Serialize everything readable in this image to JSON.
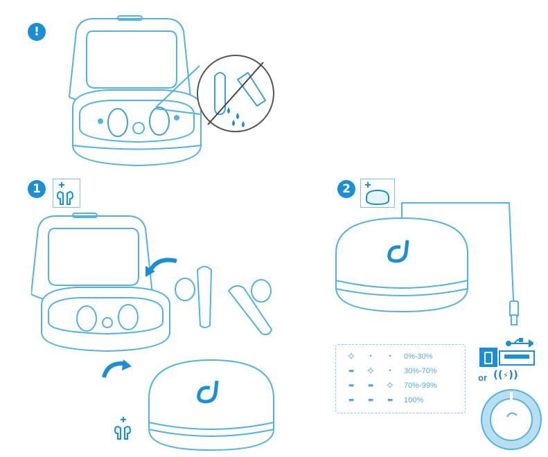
{
  "steps": [
    {
      "id": "warning",
      "badge": "!"
    },
    {
      "id": "step1",
      "badge": "1"
    },
    {
      "id": "step2",
      "badge": "2"
    }
  ],
  "charge_levels": [
    {
      "range": "0%-30%",
      "lit": 1
    },
    {
      "range": "30%-70%",
      "lit": 2
    },
    {
      "range": "70%-99%",
      "lit": 3
    },
    {
      "range": "100%",
      "lit": 3
    }
  ],
  "connector_text": "or",
  "colors": {
    "accent": "#1a8fd6",
    "line": "#4fb3e3",
    "light_line": "#9fd3ef"
  }
}
